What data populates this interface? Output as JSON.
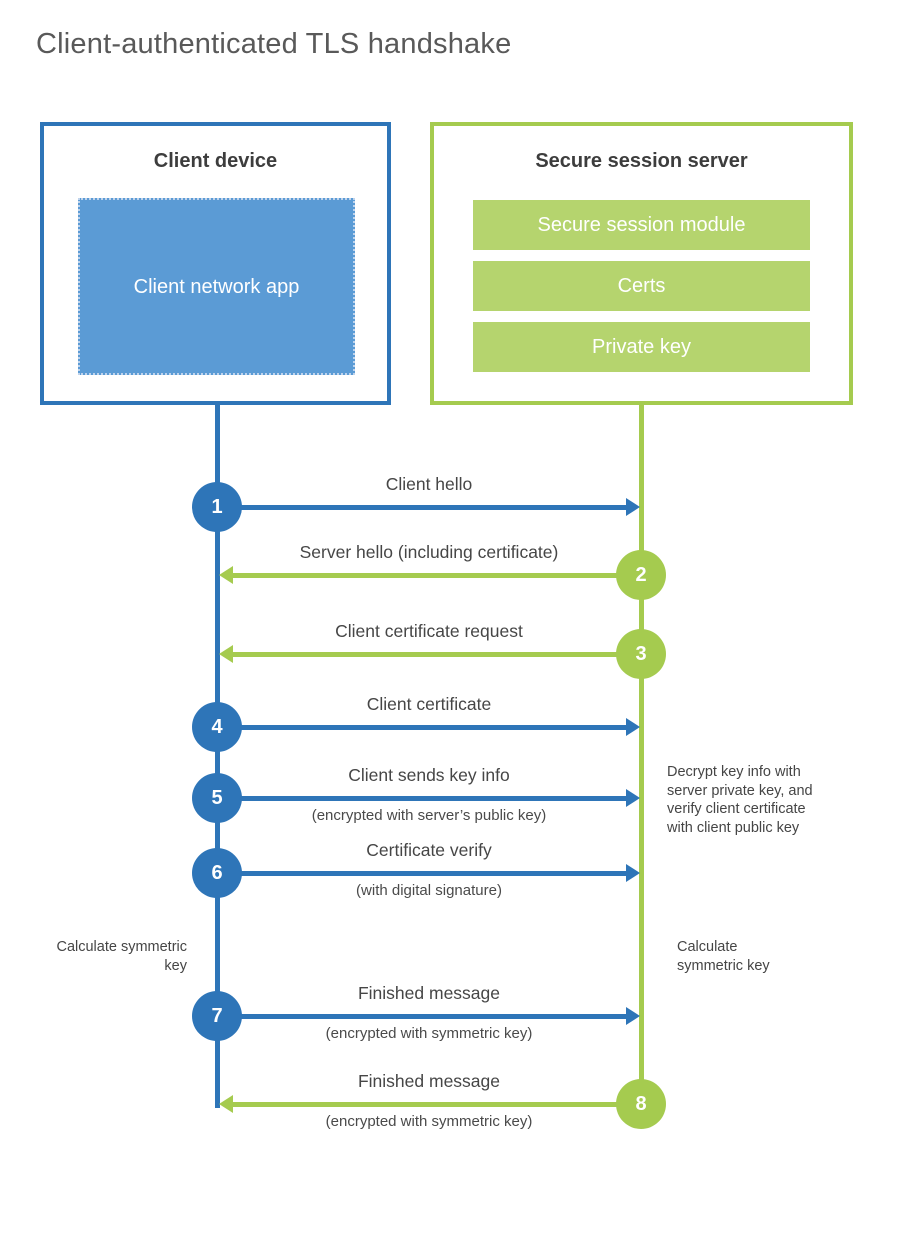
{
  "title": "Client-authenticated TLS handshake",
  "colors": {
    "blue_line": "#2e75b8",
    "blue_fill": "#5b9bd5",
    "green_line": "#a5cb4f",
    "green_fill": "#b5d46e",
    "heading_text": "#3d3d3d",
    "label_text": "#464646"
  },
  "client_box": {
    "title": "Client device",
    "app_label": "Client network app"
  },
  "server_box": {
    "title": "Secure session server",
    "modules": [
      "Secure session module",
      "Certs",
      "Private key"
    ]
  },
  "steps": [
    {
      "number": "1",
      "label": "Client hello",
      "direction": "right"
    },
    {
      "number": "2",
      "label": "Server hello (including certificate)",
      "direction": "left"
    },
    {
      "number": "3",
      "label": "Client certificate request",
      "direction": "left"
    },
    {
      "number": "4",
      "label": "Client certificate",
      "direction": "right"
    },
    {
      "number": "5",
      "label": "Client sends key info",
      "sublabel": "(encrypted with server’s public key)",
      "direction": "right"
    },
    {
      "number": "6",
      "label": "Certificate verify",
      "sublabel": "(with digital signature)",
      "direction": "right"
    },
    {
      "number": "7",
      "label": "Finished message",
      "sublabel": "(encrypted with symmetric key)",
      "direction": "right"
    },
    {
      "number": "8",
      "label": "Finished message",
      "sublabel": "(encrypted with symmetric key)",
      "direction": "left"
    }
  ],
  "annotations": {
    "decrypt_note": "Decrypt key info with server private key, and verify client certificate with client public key",
    "calc_left": "Calculate symmetric key",
    "calc_right": "Calculate symmetric key"
  }
}
